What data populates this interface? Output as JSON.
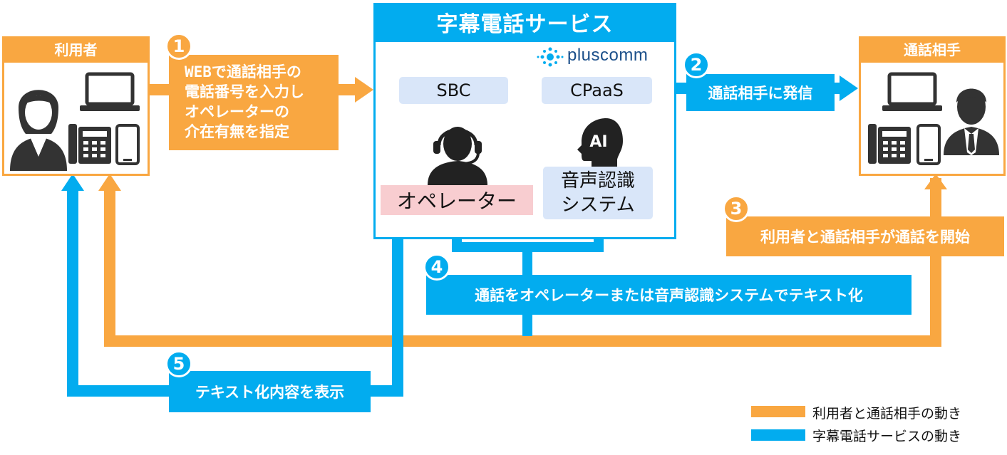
{
  "user_panel": {
    "title": "利用者"
  },
  "partner_panel": {
    "title": "通話相手"
  },
  "service": {
    "title": "字幕電話サービス",
    "logo_text": "pluscomm",
    "sbc_label": "SBC",
    "cpaas_label": "CPaaS",
    "ai_label": "AI",
    "operator_label": "オペレーター",
    "asr_line1": "音声認識",
    "asr_line2": "システム"
  },
  "steps": [
    {
      "num": "1",
      "lines": [
        "WEBで通話相手の",
        "電話番号を入力し",
        "オペレーターの",
        "介在有無を指定"
      ]
    },
    {
      "num": "2",
      "text": "通話相手に発信"
    },
    {
      "num": "3",
      "text": "利用者と通話相手が通話を開始"
    },
    {
      "num": "4",
      "text": "通話をオペレーターまたは音声認識システムでテキスト化"
    },
    {
      "num": "5",
      "text": "テキスト化内容を表示"
    }
  ],
  "legend": [
    {
      "label": "利用者と通話相手の動き",
      "color": "#f9a741"
    },
    {
      "label": "字幕電話サービスの動き",
      "color": "#02acef"
    }
  ],
  "colors": {
    "orange": "#f9a741",
    "blue": "#02acef",
    "chip_blue": "#d9e6f9",
    "chip_pink": "#f8cdd0"
  },
  "icons": [
    "woman-user-icon",
    "laptop-icon",
    "desk-phone-icon",
    "smartphone-icon",
    "man-user-icon",
    "operator-headset-icon",
    "ai-head-icon",
    "pluscomm-logo-icon"
  ]
}
